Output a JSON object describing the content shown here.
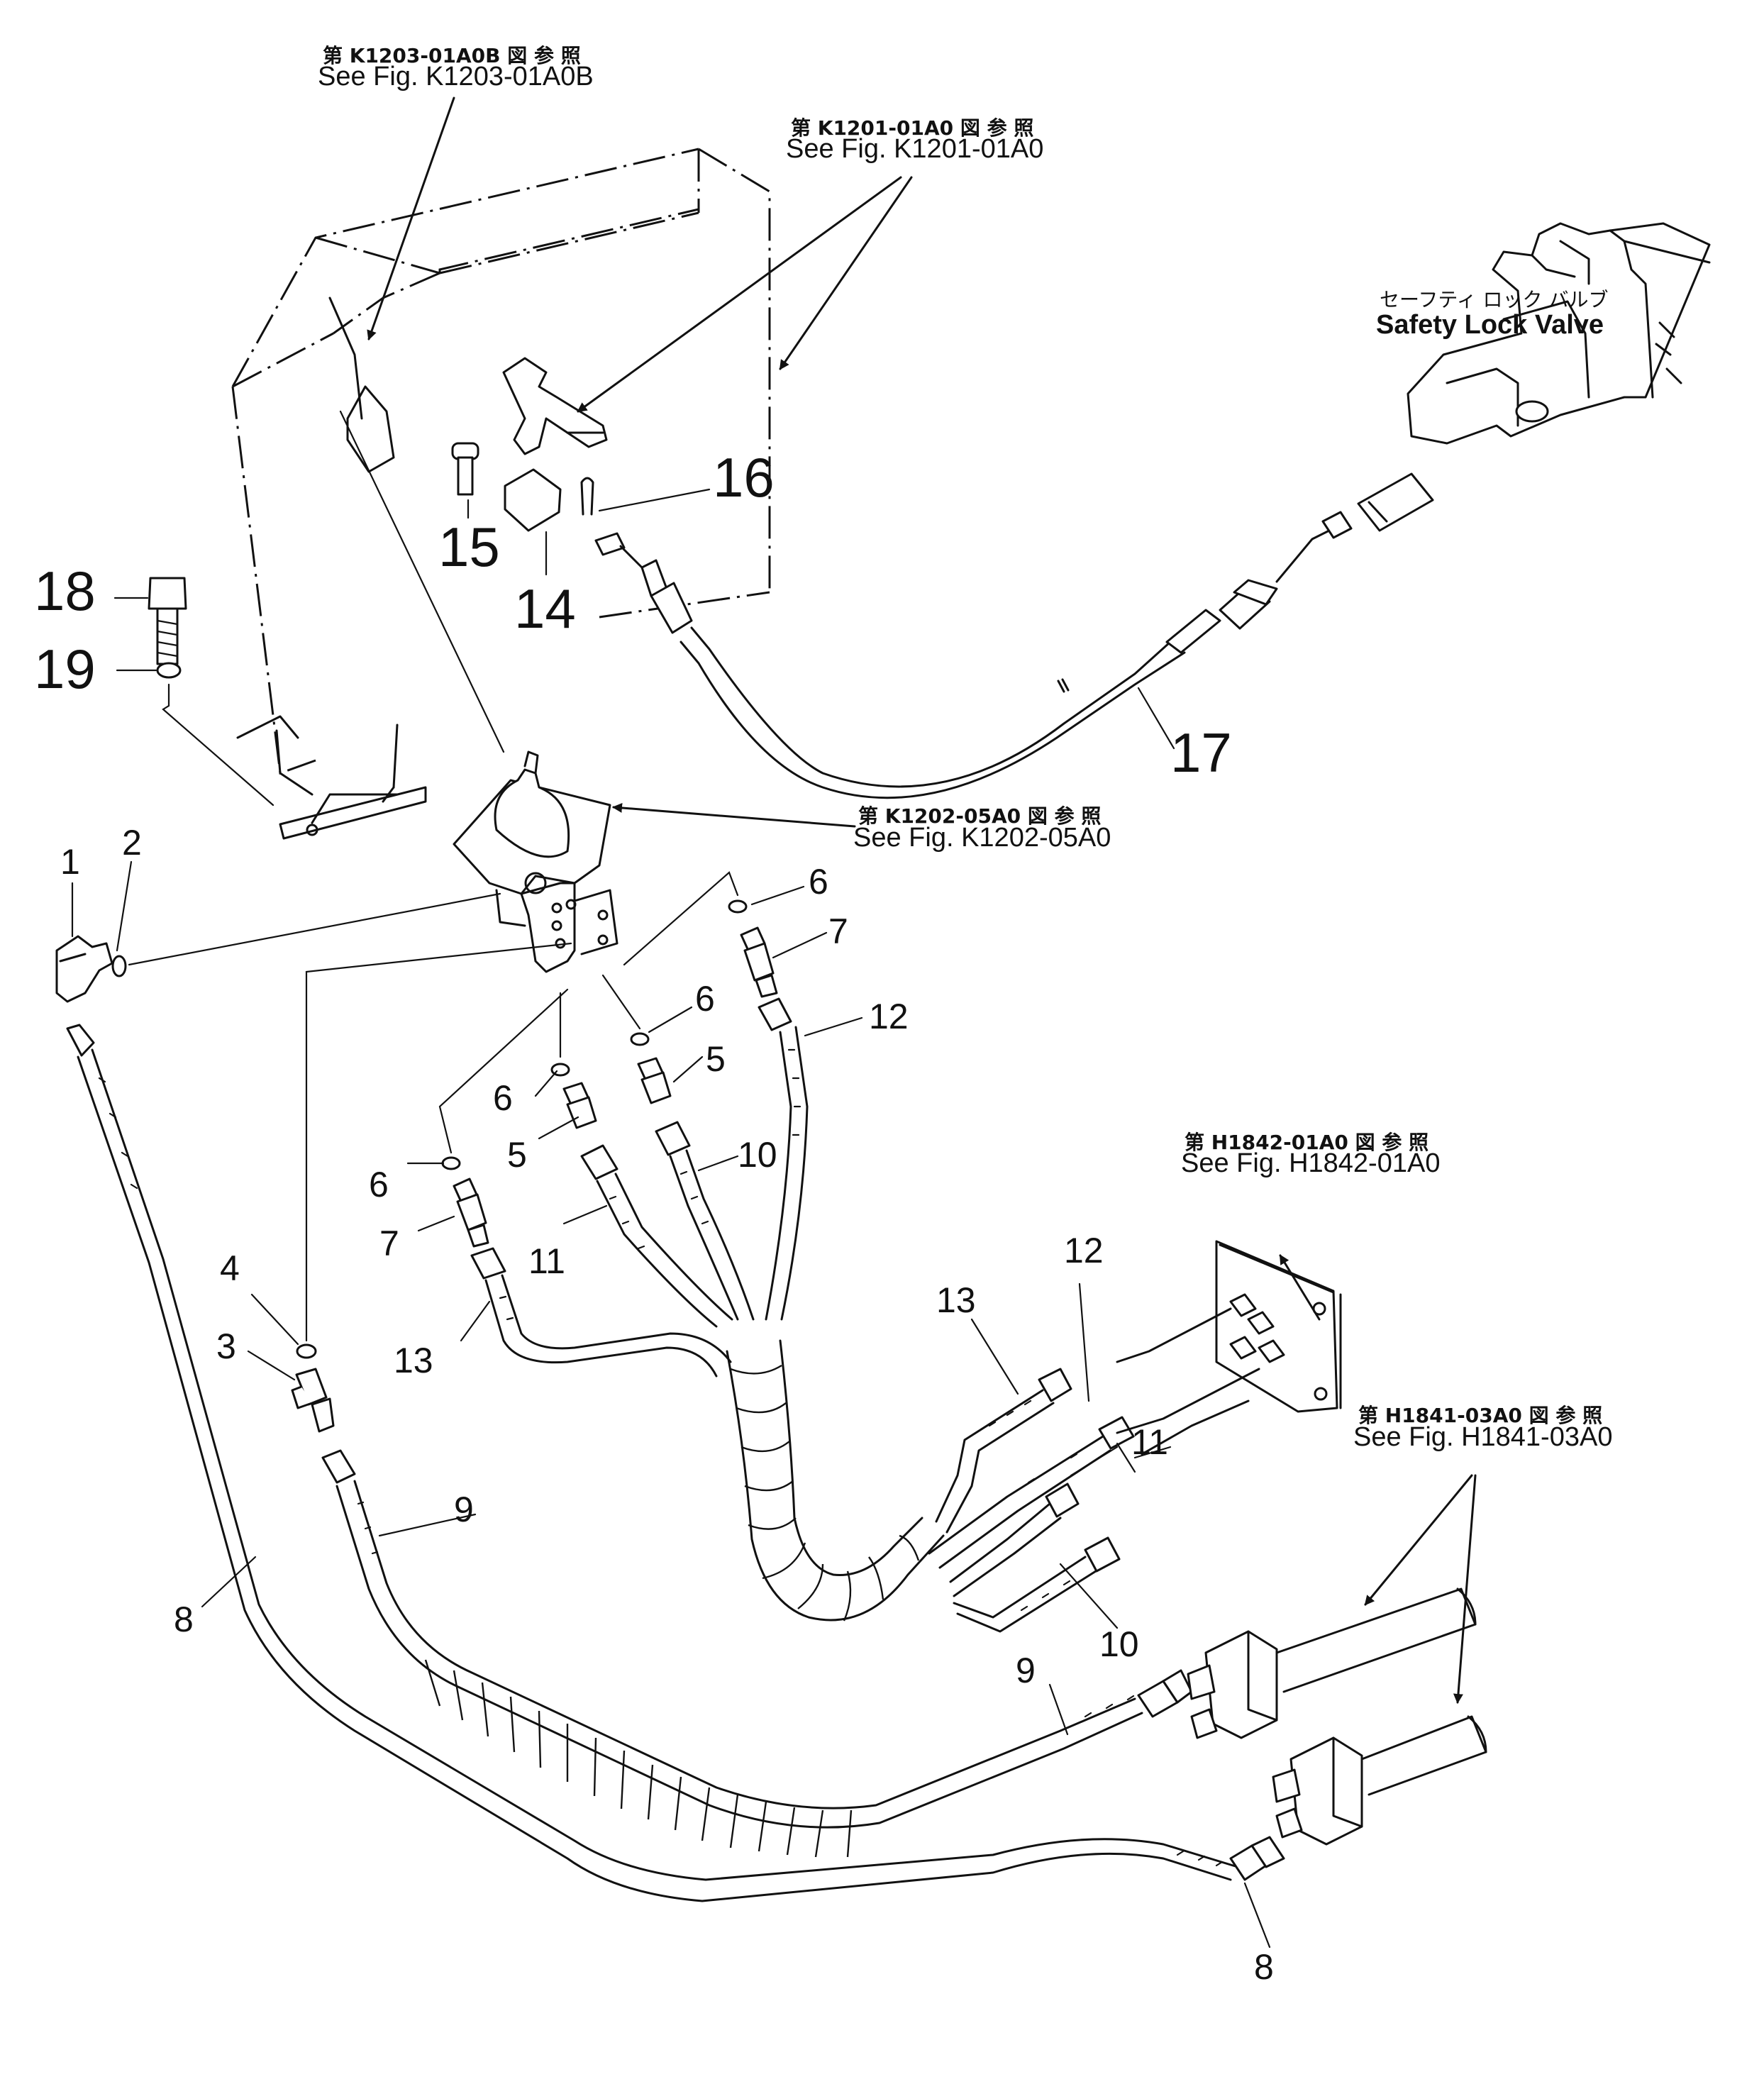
{
  "references": [
    {
      "jp": "第 K1203-01A0B 図 参 照",
      "en": "See Fig. K1203-01A0B"
    },
    {
      "jp": "第 K1201-01A0 図 参 照",
      "en": "See Fig. K1201-01A0"
    },
    {
      "jp": "第 K1202-05A0 図 参 照",
      "en": "See Fig. K1202-05A0"
    },
    {
      "jp": "第 H1842-01A0 図 参 照",
      "en": "See Fig. H1842-01A0"
    },
    {
      "jp": "第 H1841-03A0 図 参 照",
      "en": "See Fig. H1841-03A0"
    }
  ],
  "valve_label": {
    "jp": "セーフティ ロック バルブ",
    "en": "Safety Lock Valve"
  },
  "callouts": {
    "large": [
      "16",
      "15",
      "14",
      "18",
      "19",
      "17"
    ],
    "small": [
      "1",
      "2",
      "6",
      "7",
      "12",
      "6",
      "5",
      "6",
      "5",
      "10",
      "6",
      "7",
      "11",
      "4",
      "3",
      "13",
      "12",
      "13",
      "11",
      "9",
      "8",
      "10",
      "9",
      "8"
    ]
  }
}
